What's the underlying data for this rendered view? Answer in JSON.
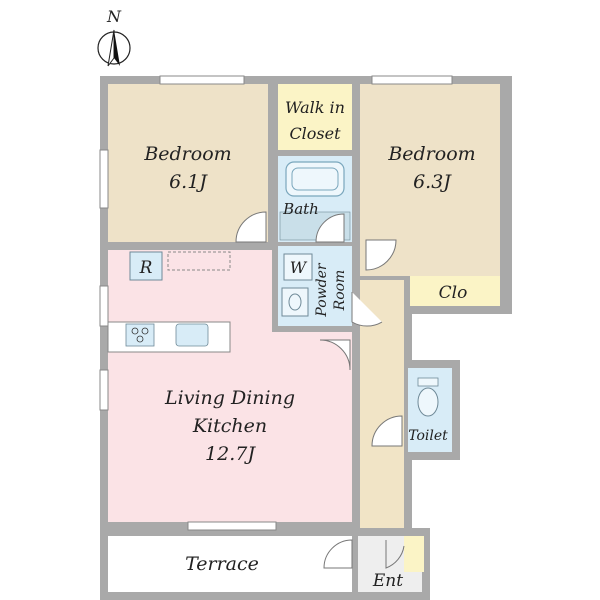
{
  "compass": {
    "north_label": "N"
  },
  "rooms": {
    "bedroom_left": {
      "name": "Bedroom",
      "size": "6.1J"
    },
    "bedroom_right": {
      "name": "Bedroom",
      "size": "6.3J"
    },
    "walk_in_closet": {
      "line1": "Walk in",
      "line2": "Closet"
    },
    "bath": {
      "name": "Bath"
    },
    "washer": {
      "name": "W"
    },
    "powder_room": {
      "line1": "Powder",
      "line2": "Room"
    },
    "refrigerator": {
      "name": "R"
    },
    "closet": {
      "name": "Clo"
    },
    "ldk": {
      "line1": "Living Dining",
      "line2": "Kitchen",
      "size": "12.7J"
    },
    "toilet": {
      "name": "Toilet"
    },
    "terrace": {
      "name": "Terrace"
    },
    "entrance": {
      "name": "Ent"
    }
  },
  "colors": {
    "bedroom": "#eee2c8",
    "ldk": "#fbe3e6",
    "hall": "#f1e4c6",
    "walk_in_closet": "#fbf4c6",
    "wet_area": "#d8ecf7",
    "closet": "#fbf4c6",
    "wall": "#a9a9a9"
  }
}
